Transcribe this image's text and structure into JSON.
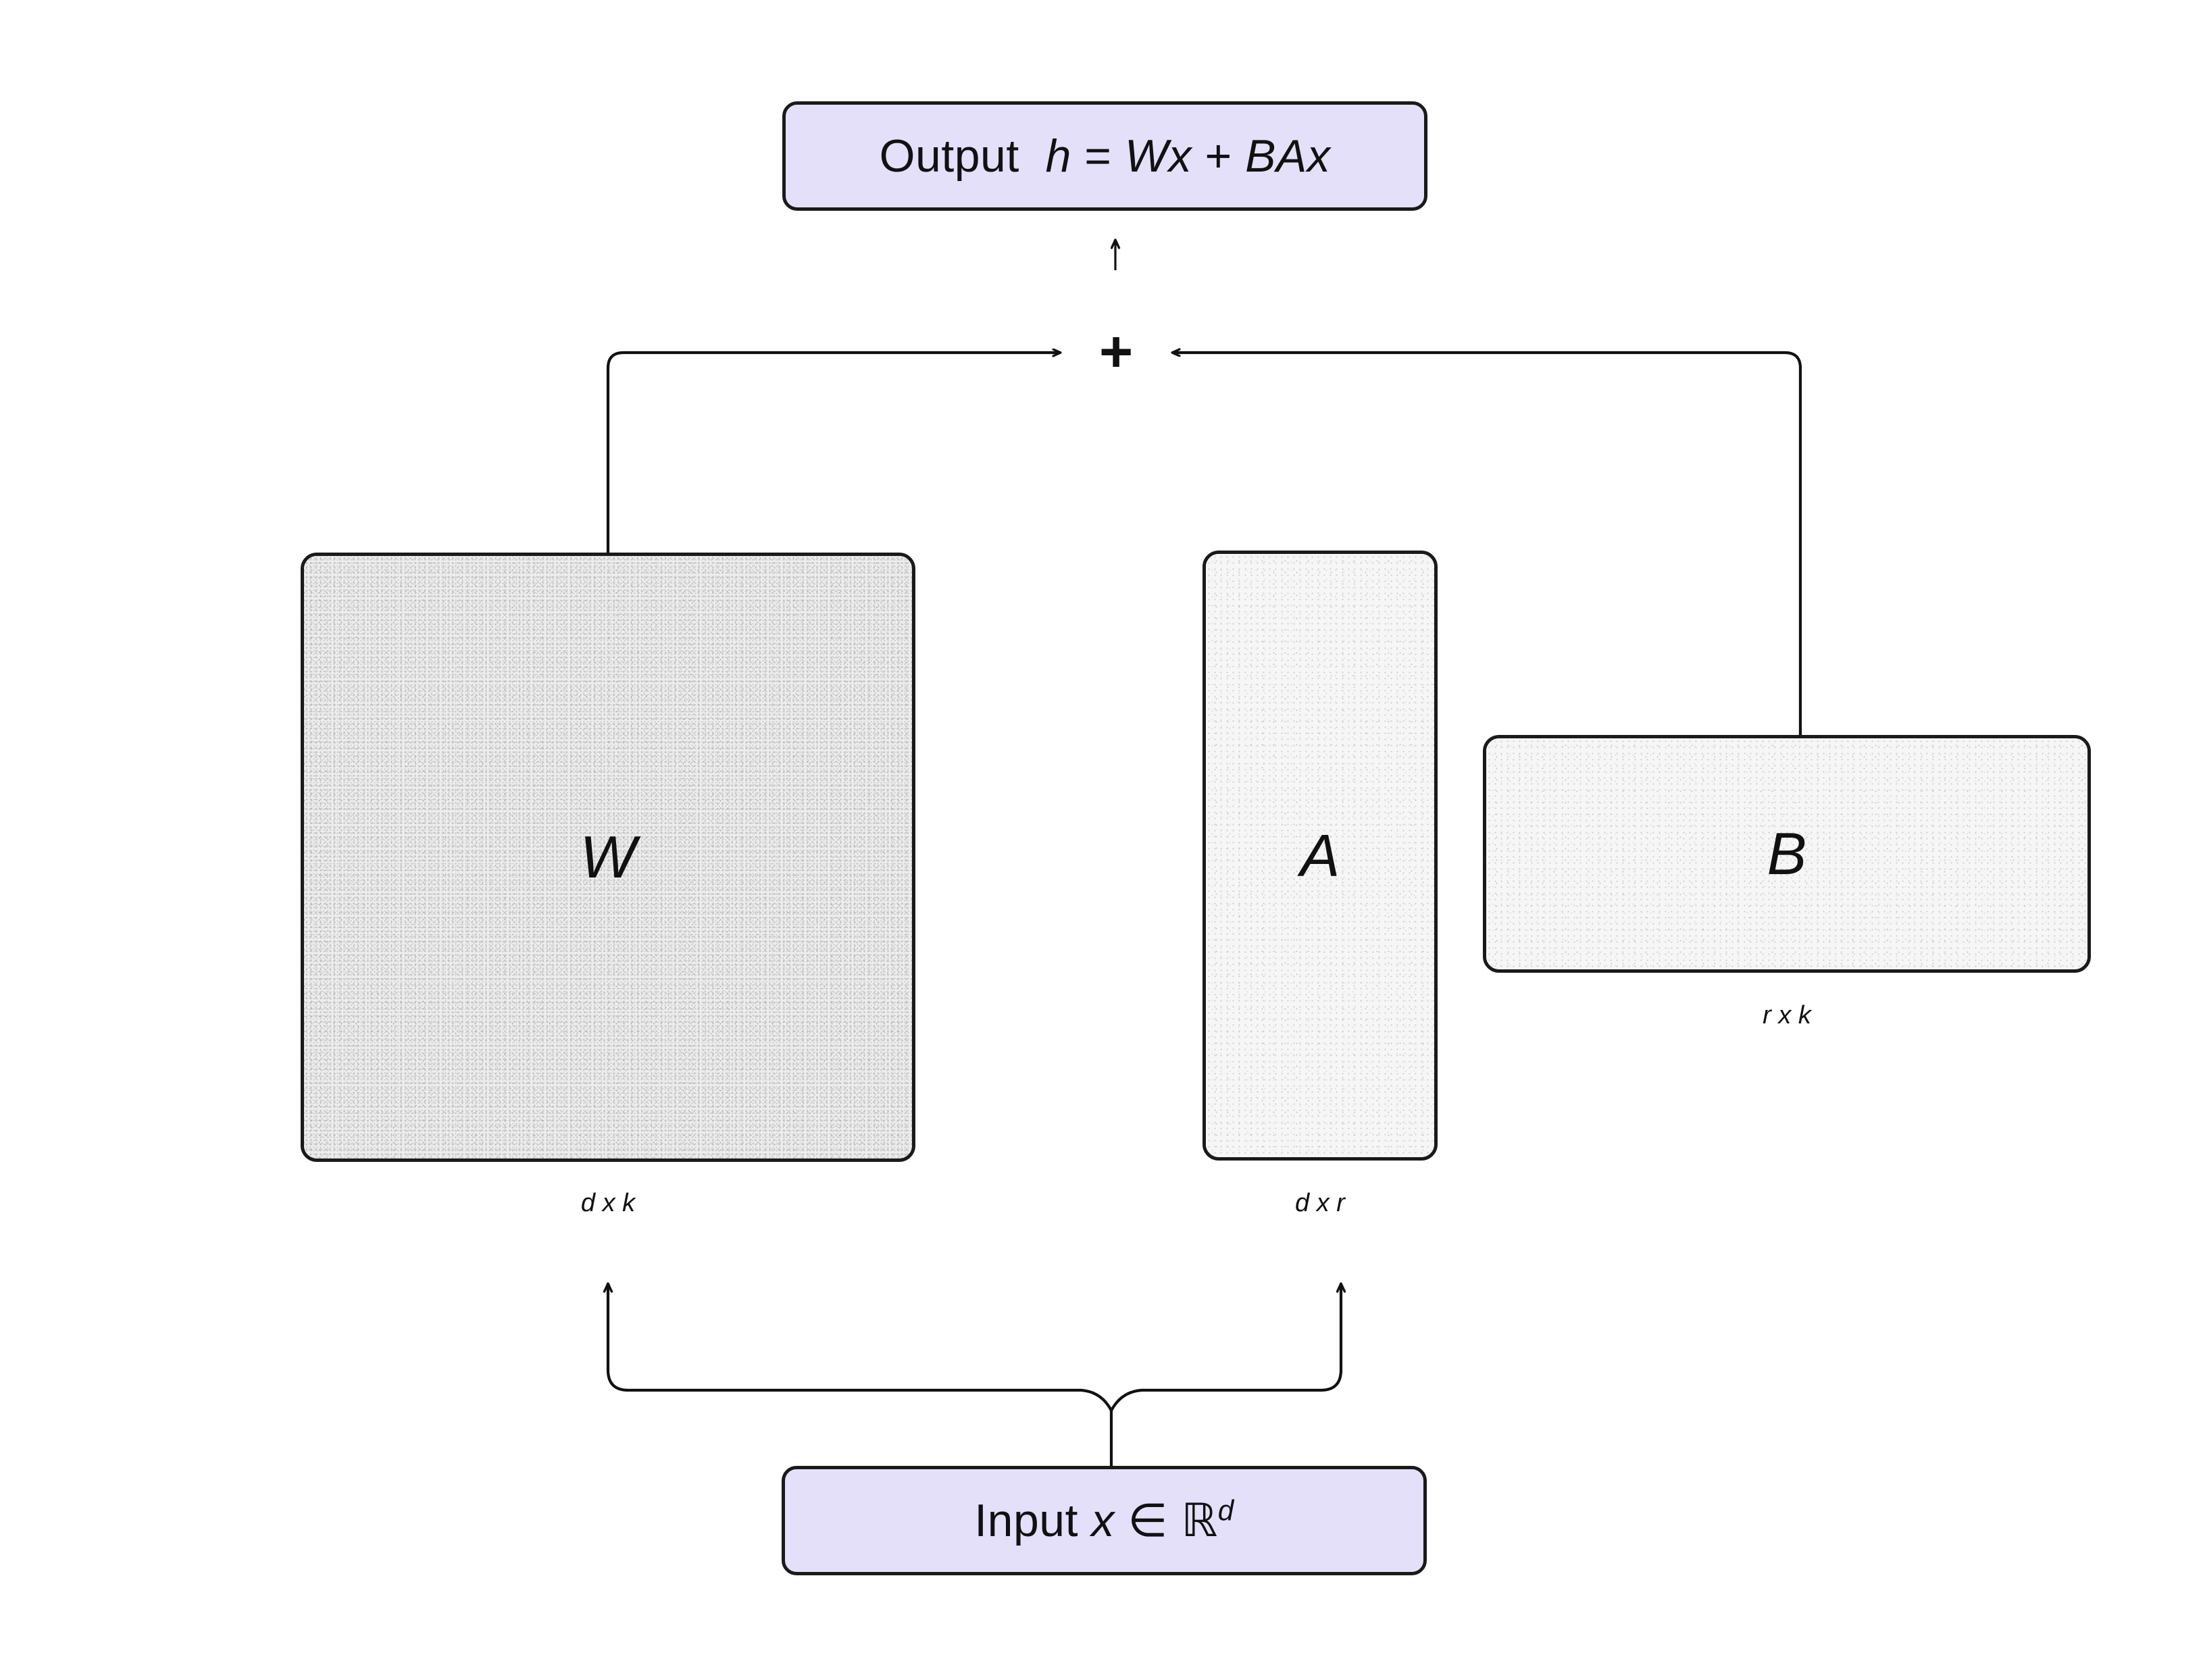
{
  "diagram": {
    "title_concept": "LoRA low-rank adaptation",
    "output_box": {
      "prefix": "Output",
      "equation_lhs": "h",
      "equals": "=",
      "term1": "Wx",
      "operator": "+",
      "term2": "BAx",
      "full_text": "Output  h = Wx + BAx"
    },
    "input_box": {
      "prefix": "Input",
      "variable": "x",
      "member_symbol": "∈",
      "space": "ℝ",
      "exponent": "d",
      "full_text": "Input x ∈ ℝd"
    },
    "matrices": [
      {
        "id": "W",
        "letter": "W",
        "dims": "d x k",
        "shape": "square",
        "fill_style": "dense-noise"
      },
      {
        "id": "A",
        "letter": "A",
        "dims": "d x r",
        "shape": "tall-narrow",
        "fill_style": "light-noise"
      },
      {
        "id": "B",
        "letter": "B",
        "dims": "r x k",
        "shape": "wide-short",
        "fill_style": "light-noise"
      }
    ],
    "junction": {
      "symbol": "+",
      "name": "sum-junction"
    },
    "colors": {
      "io_fill": "#e4e0fa",
      "box_stroke": "#1a1a1a",
      "matrix_fill_dark": "#ededed",
      "matrix_fill_light": "#f6f6f6",
      "wire_stroke": "#111111",
      "page_background": "#ffffff"
    },
    "edges": [
      {
        "from": "input-box",
        "to": "W-matrix",
        "name": "input-to-w"
      },
      {
        "from": "input-box",
        "to": "A-matrix",
        "name": "input-to-a"
      },
      {
        "from": "W-matrix",
        "to": "sum-junction",
        "name": "w-to-sum"
      },
      {
        "from": "A-matrix",
        "to": "B-matrix",
        "name": "a-to-b"
      },
      {
        "from": "B-matrix",
        "to": "sum-junction",
        "name": "b-to-sum"
      },
      {
        "from": "sum-junction",
        "to": "output-box",
        "name": "sum-to-output"
      }
    ]
  }
}
